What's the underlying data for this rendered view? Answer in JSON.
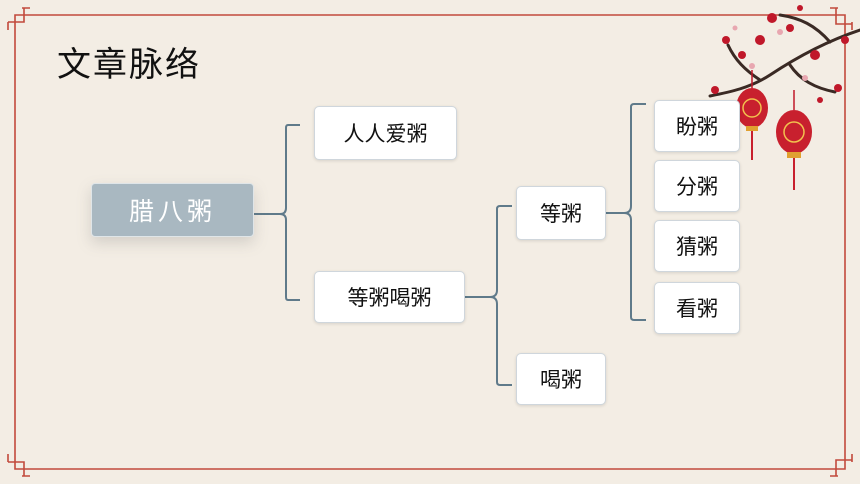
{
  "slide": {
    "title": "文章脉络",
    "root": "腊八粥",
    "level1": [
      "人人爱粥",
      "等粥喝粥"
    ],
    "level2": [
      "等粥",
      "喝粥"
    ],
    "level3": [
      "盼粥",
      "分粥",
      "猜粥",
      "看粥"
    ]
  },
  "colors": {
    "background": "#f3ede4",
    "frame": "#c0392b",
    "connector": "#5f7a8a",
    "root_box": "#a9b8c1"
  }
}
